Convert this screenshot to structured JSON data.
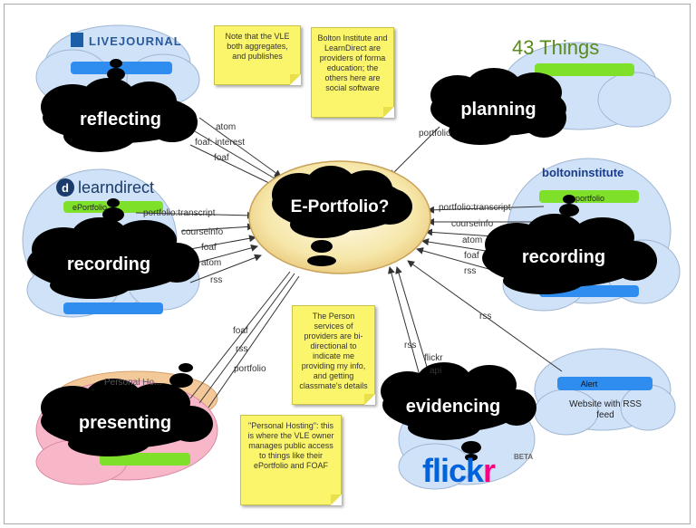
{
  "diagram": {
    "center": "E-Portfolio?",
    "clouds": {
      "reflecting": "reflecting",
      "planning": "planning",
      "recording_left": "recording",
      "recording_right": "recording",
      "presenting": "presenting",
      "evidencing": "evidencing"
    },
    "logos": {
      "livejournal": "LIVEJOURNAL",
      "fortythree_things": "43 Things",
      "learndirect_letter": "d",
      "learndirect": "learndirect",
      "bolton": "boltoninstitute",
      "flickr_part1": "flick",
      "flickr_part2": "r",
      "flickr_beta": "BETA"
    },
    "misc": {
      "eportfolio_tag": "ePortfolio",
      "portfolio_tag": "portfolio",
      "alert": "Alert",
      "website_feed": "Website with RSS feed",
      "personal_host": "Personal Ho..."
    },
    "edge_labels": {
      "atom_top": "atom",
      "foaf_interest": "foaf: interest",
      "foaf_top": "foaf",
      "portfolio_transcript_left": "portfolio:transcript",
      "courseinfo_left": "courseinfo",
      "foaf_left": "foaf",
      "atom_left": "atom",
      "rss_left": "rss",
      "portfolio_planning": "portfolio",
      "portfolio_transcript_right": "portfolio:transcript",
      "courseinfo_right": "courseinfo",
      "atom_right": "atom",
      "foaf_right": "foaf",
      "rss_right": "rss",
      "rss_alert": "rss",
      "foaf_bottom": "foaf",
      "rss_bottom": "rss",
      "portfolio_bottom": "portfolio",
      "rss_flickr": "rss",
      "flickr": "flickr",
      "api": "api"
    },
    "notes": {
      "vle_note": "Note that the VLE both aggregates, and publishes",
      "bolton_note": "Bolton Institute and LearnDirect are providers of forma education; the others here are social software",
      "person_note": "The Person services of providers are bi-directional to indicate me providing my info, and getting classmate's details",
      "hosting_note": "\"Personal Hosting\": this is where the VLE owner manages public access to things like their ePortfolio and FOAF"
    },
    "colors": {
      "cloud_black": "#000000",
      "blue_cloud": "#cfe2f7",
      "pink_cloud": "#f7b7c9",
      "orange_cloud": "#f4c99a",
      "center_fill": "#f7e7b0",
      "note_yellow": "#fbf56b",
      "bar_blue": "#2f8df0",
      "bar_green": "#7fe02a"
    }
  }
}
